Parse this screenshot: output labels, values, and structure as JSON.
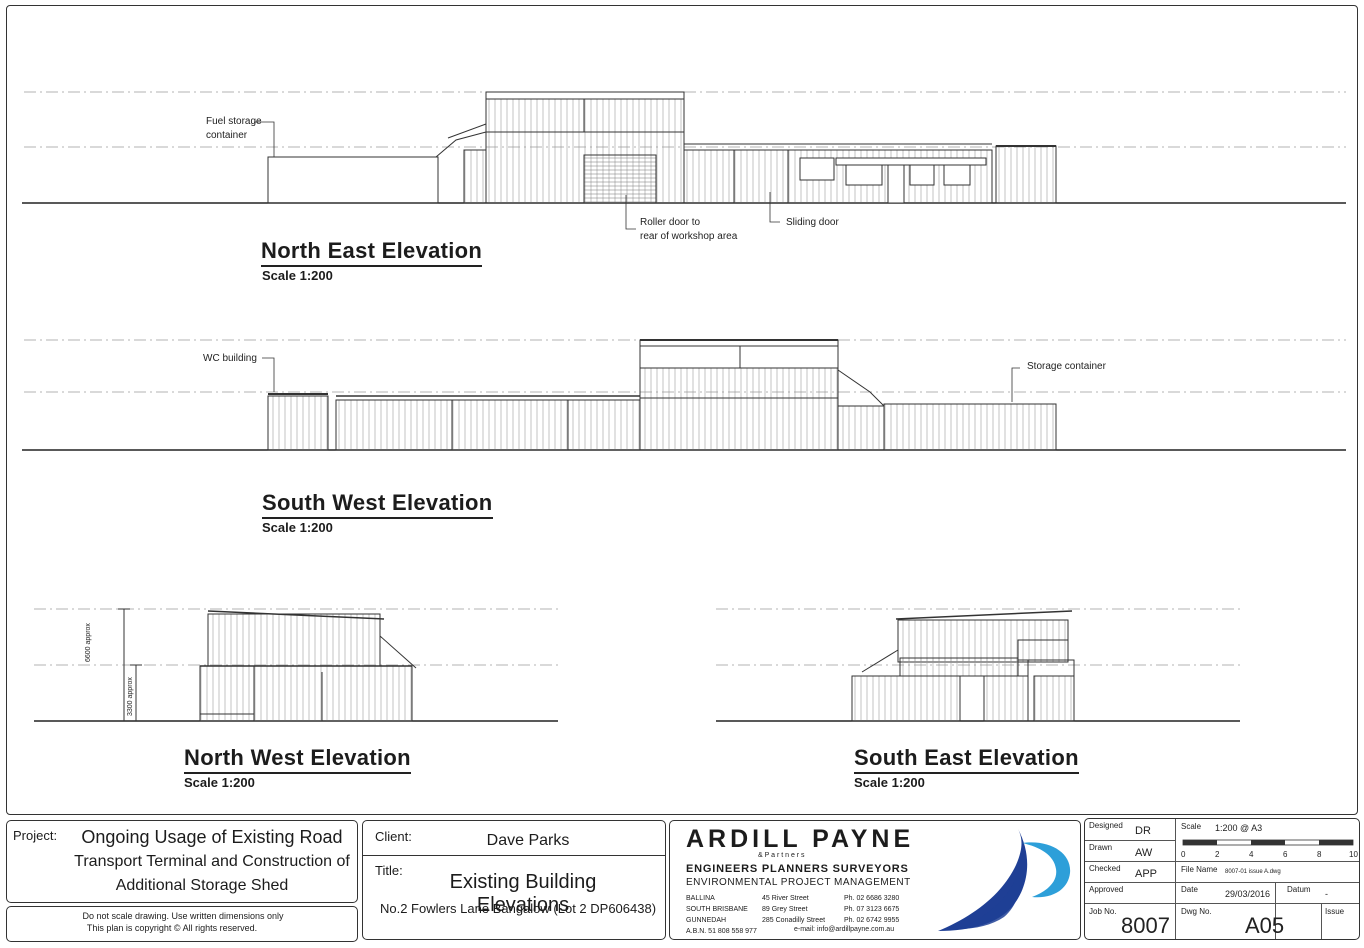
{
  "elevations": {
    "north_east": {
      "title": "North East Elevation",
      "scale": "Scale 1:200"
    },
    "south_west": {
      "title": "South West Elevation",
      "scale": "Scale 1:200"
    },
    "north_west": {
      "title": "North West Elevation",
      "scale": "Scale 1:200"
    },
    "south_east": {
      "title": "South East Elevation",
      "scale": "Scale 1:200"
    }
  },
  "notes": {
    "fuel_line1": "Fuel storage",
    "fuel_line2": "container",
    "roller_line1": "Roller door to",
    "roller_line2": "rear of workshop area",
    "sliding": "Sliding door",
    "wc": "WC building",
    "storage": "Storage container",
    "dim_6600": "6600 approx",
    "dim_3300": "3300 approx"
  },
  "project": {
    "label": "Project:",
    "line1": "Ongoing Usage of Existing Road",
    "line2": "Transport Terminal and Construction of",
    "line3": "Additional Storage Shed"
  },
  "disclaimer": {
    "line1": "Do not scale drawing. Use written dimensions only",
    "line2": "This plan is copyright © All rights reserved."
  },
  "client": {
    "label": "Client:",
    "name": "Dave Parks"
  },
  "drawing_title": {
    "label": "Title:",
    "main": "Existing Building Elevations",
    "address": "No.2 Fowlers Lane Bangalow (Lot 2 DP606438)"
  },
  "firm": {
    "name": "ARDILL PAYNE",
    "partners": "& P a r t n e r s",
    "disciplines": "ENGINEERS  PLANNERS  SURVEYORS",
    "sub": "ENVIRONMENTAL    PROJECT MANAGEMENT",
    "offices": [
      {
        "town": "BALLINA",
        "street": "45 River Street",
        "phone": "Ph. 02 6686 3280"
      },
      {
        "town": "SOUTH BRISBANE",
        "street": "89 Grey Street",
        "phone": "Ph. 07 3123 6675"
      },
      {
        "town": "GUNNEDAH",
        "street": "285 Conadilly Street",
        "phone": "Ph. 02 6742 9955"
      }
    ],
    "abn": "A.B.N. 51 808 558 977",
    "email": "e-mail: info@ardillpayne.com.au",
    "logo_color": "#1f3f95",
    "logo_accent": "#2d9fd9"
  },
  "title_block": {
    "designed_label": "Designed",
    "designed": "DR",
    "drawn_label": "Drawn",
    "drawn": "AW",
    "checked_label": "Checked",
    "checked": "APP",
    "approved_label": "Approved",
    "scale_label": "Scale",
    "scale": "1:200 @ A3",
    "scale_ticks": [
      "0",
      "2",
      "4",
      "6",
      "8",
      "10"
    ],
    "file_label": "File Name",
    "file": "8007-01 issue A.dwg",
    "date_label": "Date",
    "date": "29/03/2016",
    "datum_label": "Datum",
    "datum": "-",
    "job_label": "Job No.",
    "job": "8007",
    "dwg_label": "Dwg No.",
    "dwg": "A05",
    "issue_label": "Issue"
  }
}
